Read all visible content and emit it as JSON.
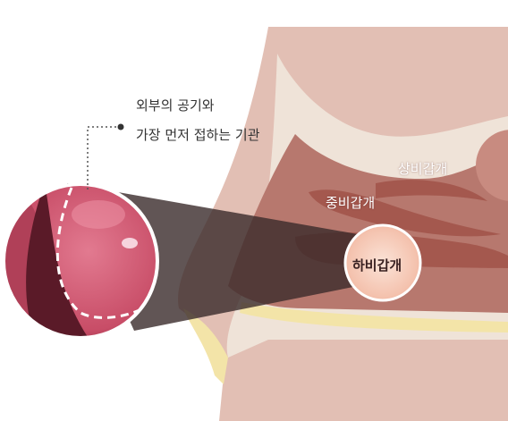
{
  "callout": {
    "line1": "외부의 공기와",
    "line2": "가장 먼저 접하는 기관"
  },
  "labels": {
    "superior_turbinate": "상비갑개",
    "middle_turbinate": "중비갑개",
    "inferior_turbinate": "하비갑개"
  },
  "colors": {
    "skin": "#e2bfb4",
    "bone": "#efe3d8",
    "cavity": "#b7786e",
    "turbinate": "#a4584e",
    "cartilage": "#f3e4a8",
    "mucosa": "#cf5a73",
    "highlight": "#f4c2ae"
  }
}
